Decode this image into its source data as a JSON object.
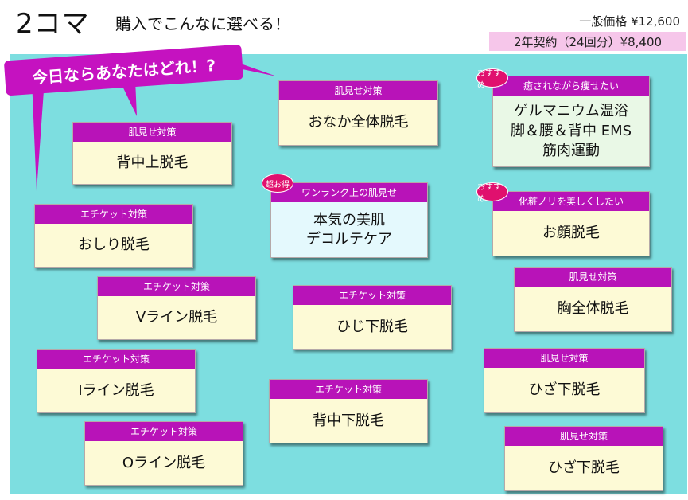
{
  "header": {
    "title": "2コマ",
    "subtitle": "購入でこんなに選べる！",
    "price_regular": "一般価格 ¥12,600",
    "price_contract": "2年契約（24回分）¥8,400"
  },
  "bubble": {
    "text": "今日ならあなたはどれ！?"
  },
  "colors": {
    "board": "#7ddee0",
    "label_header": "#b813b8",
    "card": "#fdfad6",
    "badge": "#e0106e",
    "bubble": "#c512c0"
  },
  "cards": [
    {
      "label": "肌見せ対策",
      "name": "背中上脱毛"
    },
    {
      "label": "肌見せ対策",
      "name": "おなか全体脱毛"
    },
    {
      "label": "癒されながら痩せたい",
      "name": "ゲルマニウム温浴\n脚＆腰＆背中 EMS\n筋肉運動",
      "badge": "おすすめ"
    },
    {
      "label": "エチケット対策",
      "name": "おしり脱毛"
    },
    {
      "label": "ワンランク上の肌見せ",
      "name": "本気の美肌\nデコルテケア",
      "badge": "超お得"
    },
    {
      "label": "化粧ノリを美しくしたい",
      "name": "お顔脱毛",
      "badge": "おすすめ"
    },
    {
      "label": "エチケット対策",
      "name": "Vライン脱毛"
    },
    {
      "label": "エチケット対策",
      "name": "ひじ下脱毛"
    },
    {
      "label": "肌見せ対策",
      "name": "胸全体脱毛"
    },
    {
      "label": "エチケット対策",
      "name": "Iライン脱毛"
    },
    {
      "label": "肌見せ対策",
      "name": "ひざ下脱毛"
    },
    {
      "label": "エチケット対策",
      "name": "背中下脱毛"
    },
    {
      "label": "エチケット対策",
      "name": "Oライン脱毛"
    },
    {
      "label": "肌見せ対策",
      "name": "ひざ下脱毛"
    }
  ]
}
